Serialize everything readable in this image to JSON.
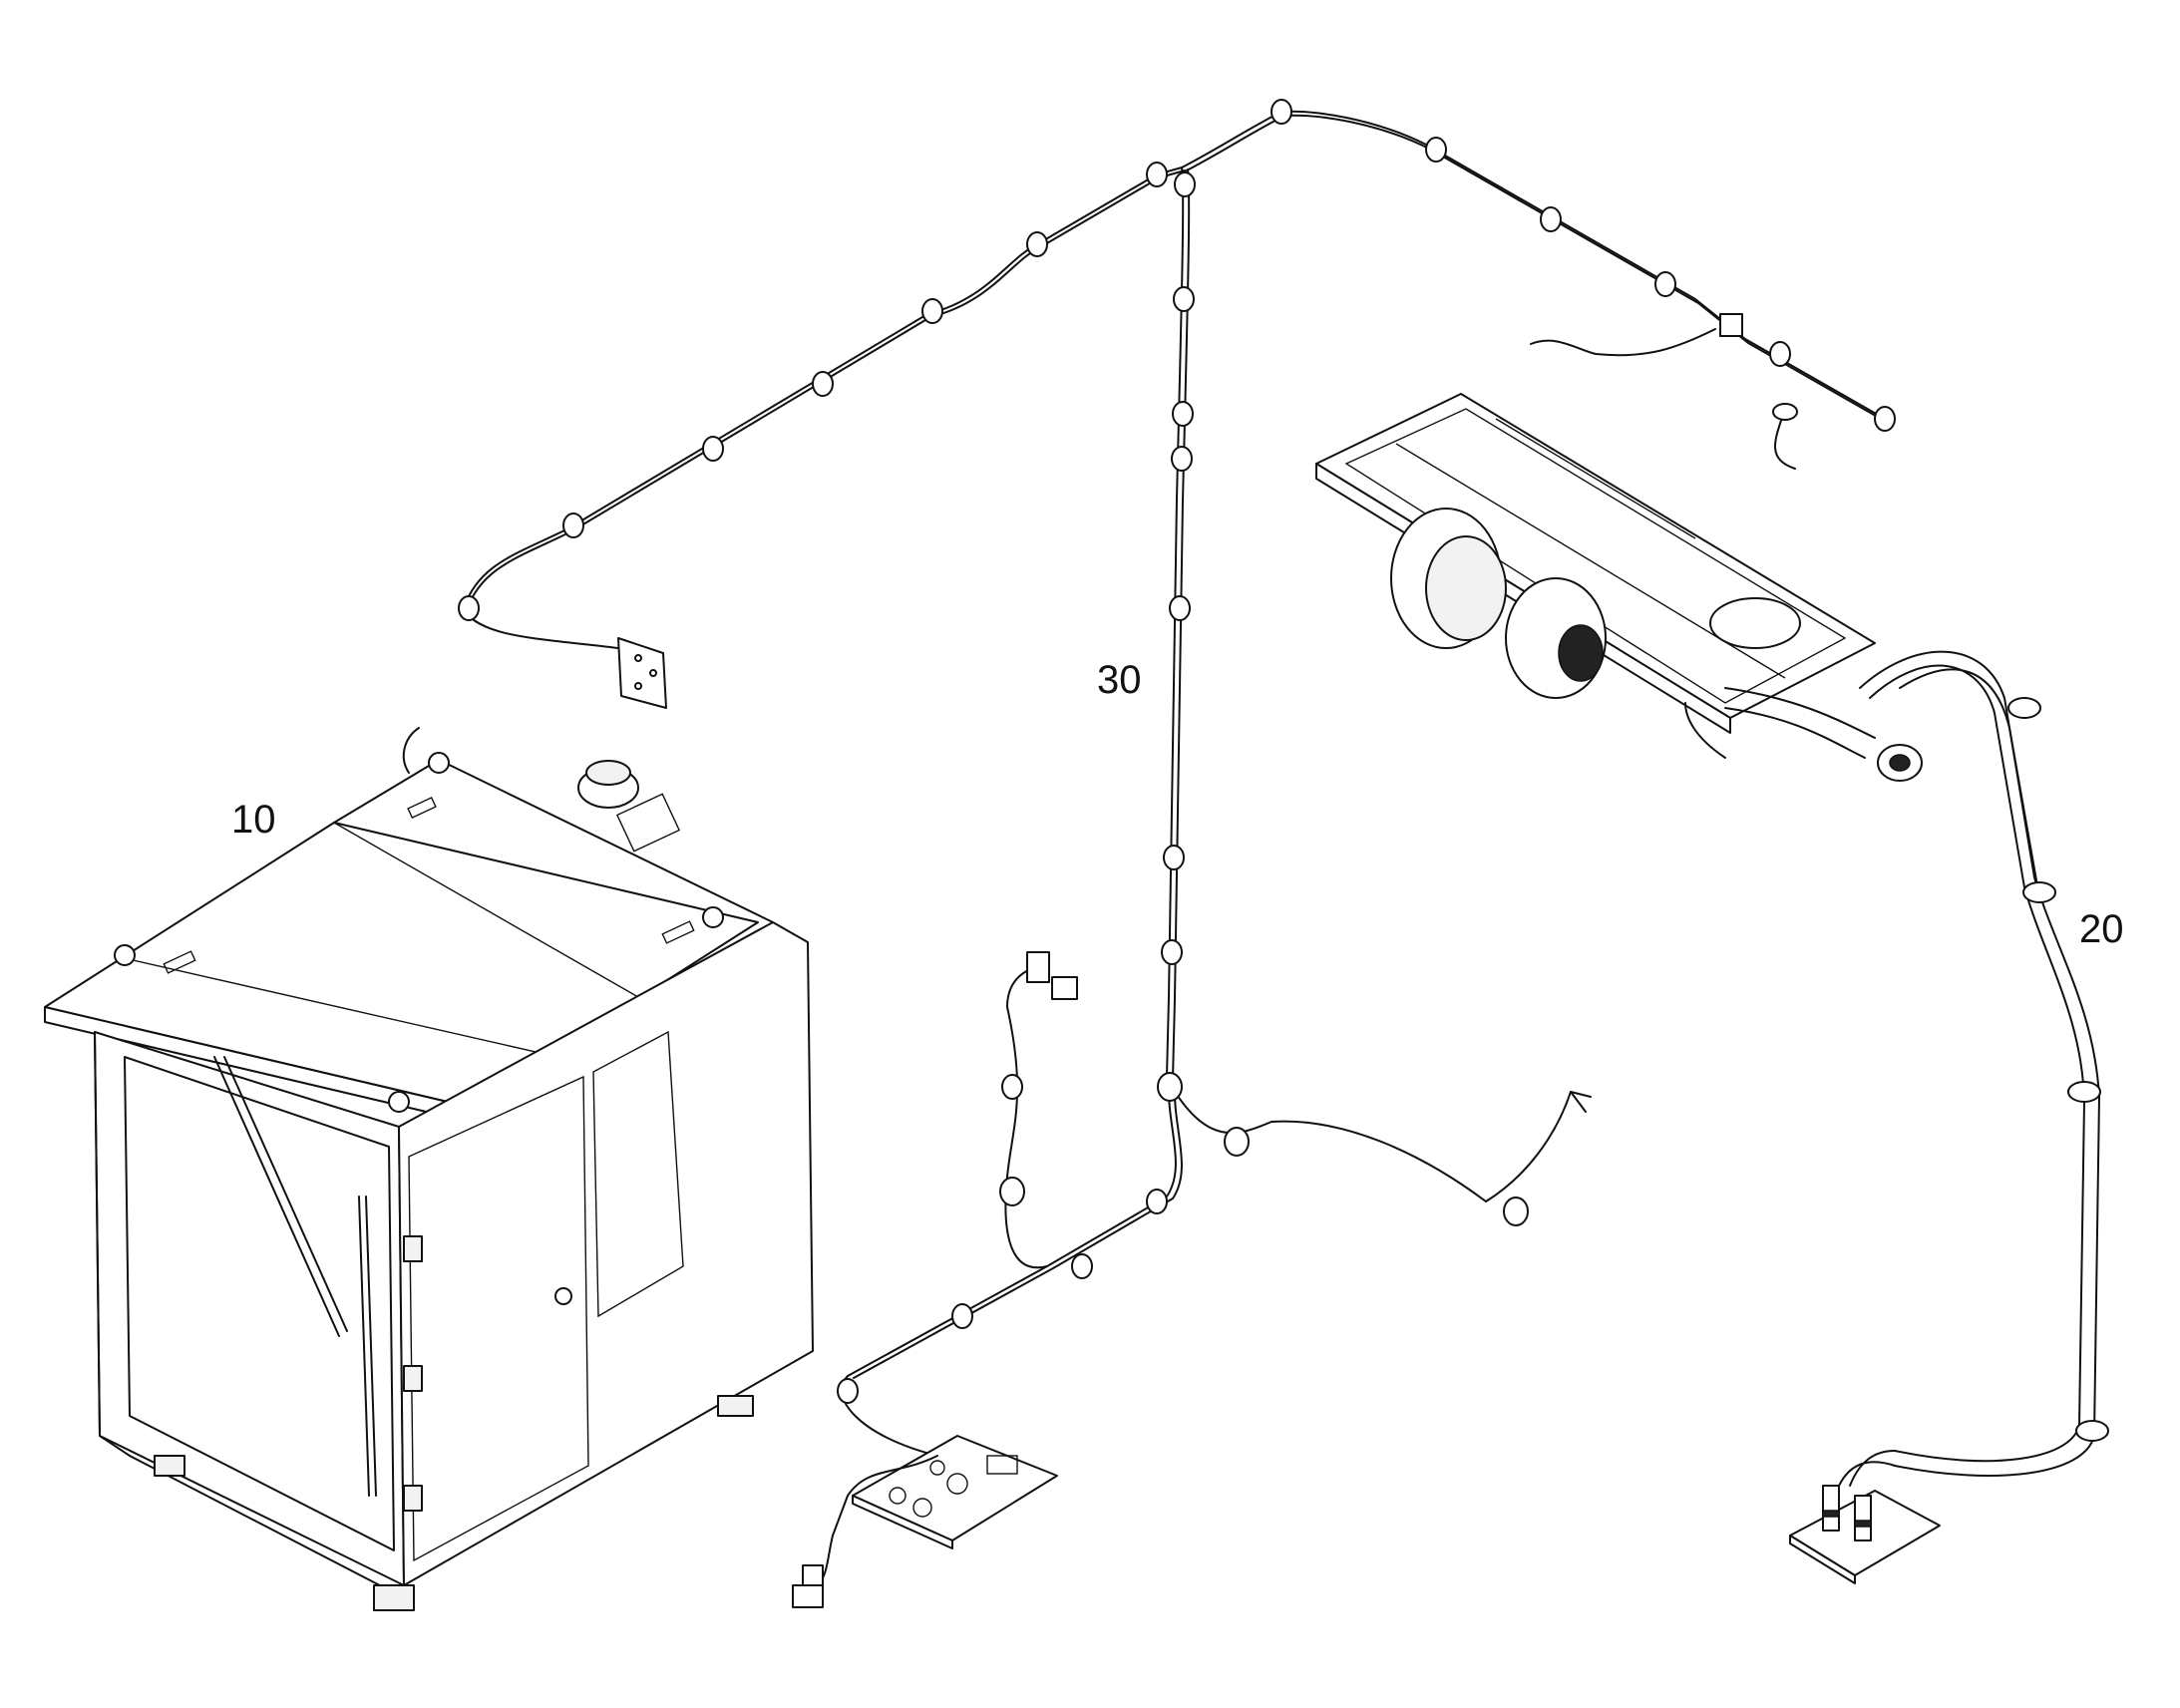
{
  "callouts": {
    "cab": "10",
    "hose_assembly": "20",
    "wiring_harness": "30"
  },
  "colors": {
    "line": "#111111",
    "background": "#ffffff"
  }
}
